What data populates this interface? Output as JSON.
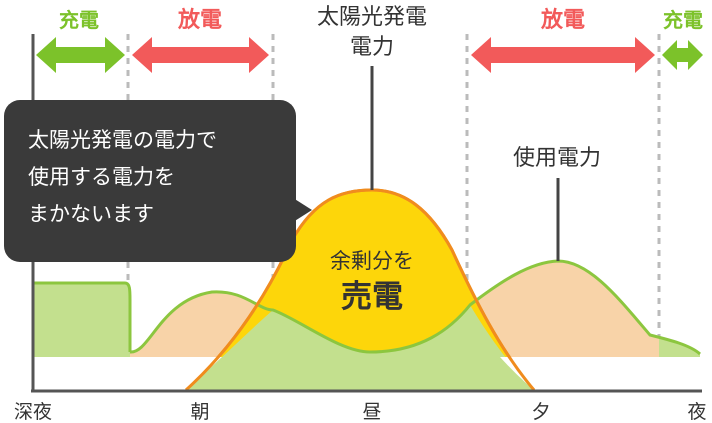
{
  "bubble": {
    "lines": [
      "太陽光発電の電力で",
      "使用する電力を",
      "まかないます"
    ]
  },
  "periods": [
    {
      "label": "充電",
      "color": "#7cc22a"
    },
    {
      "label": "放電",
      "color": "#f25a5a"
    },
    {
      "label": "放電",
      "color": "#f25a5a"
    },
    {
      "label": "充電",
      "color": "#7cc22a"
    }
  ],
  "callouts": {
    "solar_line1": "太陽光発電",
    "solar_line2": "電力",
    "usage": "使用電力",
    "surplus_line1": "余剰分を",
    "surplus_line2": "売電"
  },
  "time_axis": [
    "深夜",
    "朝",
    "昼",
    "夕",
    "夜"
  ],
  "colors": {
    "charge": "#7cc22a",
    "discharge": "#f25a5a",
    "solar_fill": "#fdd60a",
    "solar_stroke": "#f08c1e",
    "usage_fill": "#f8d3a8",
    "usage_stroke": "#8cc63f",
    "self_use_fill": "#c3e08e",
    "baseline": "#555555",
    "divider": "#bbbbbb"
  }
}
